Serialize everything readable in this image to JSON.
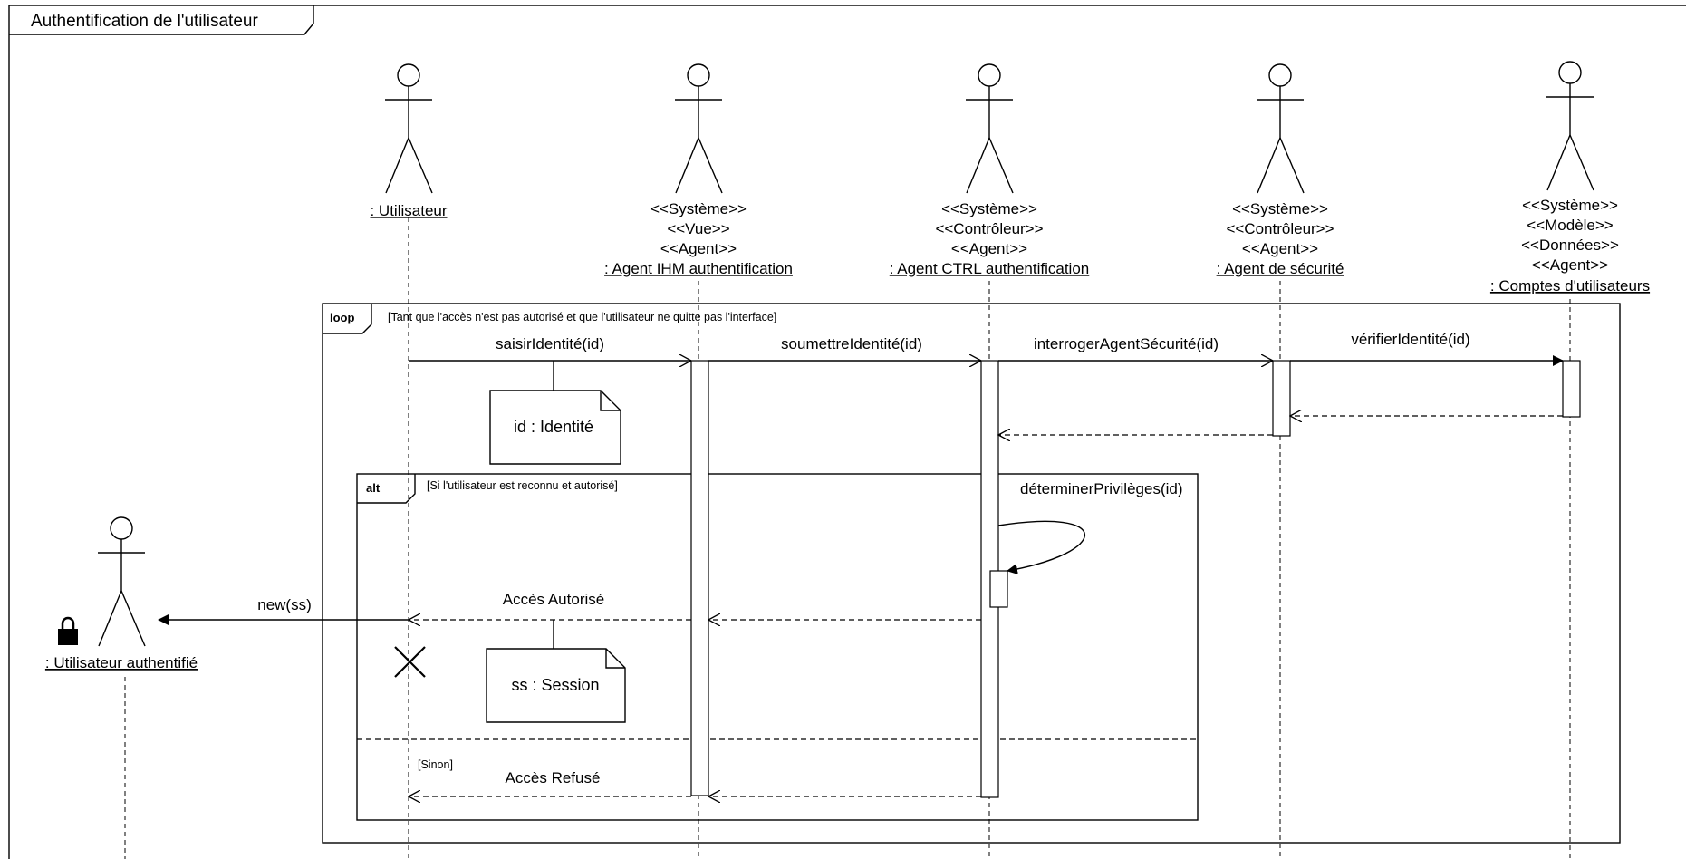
{
  "frame": {
    "title": "Authentification de l'utilisateur"
  },
  "participants": {
    "user": {
      "name": ": Utilisateur",
      "stereotypes": []
    },
    "ihm": {
      "name": ": Agent IHM authentification",
      "stereotypes": [
        "<<Système>>",
        "<<Vue>>",
        "<<Agent>>"
      ]
    },
    "ctrl": {
      "name": ": Agent CTRL authentification",
      "stereotypes": [
        "<<Système>>",
        "<<Contrôleur>>",
        "<<Agent>>"
      ]
    },
    "sec": {
      "name": ": Agent de sécurité",
      "stereotypes": [
        "<<Système>>",
        "<<Contrôleur>>",
        "<<Agent>>"
      ]
    },
    "comptes": {
      "name": ": Comptes d'utilisateurs",
      "stereotypes": [
        "<<Système>>",
        "<<Modèle>>",
        "<<Données>>",
        "<<Agent>>"
      ]
    },
    "auth": {
      "name": ": Utilisateur authentifié",
      "stereotypes": []
    }
  },
  "fragments": {
    "loop": {
      "keyword": "loop",
      "guard": "[Tant que l'accès n'est pas autorisé et que l'utilisateur ne quitte pas l'interface]"
    },
    "alt": {
      "keyword": "alt",
      "guard": "[Si l'utilisateur est reconnu et autorisé]",
      "else_guard": "[Sinon]"
    }
  },
  "messages": {
    "saisir": "saisirIdentité(id)",
    "soumettre": "soumettreIdentité(id)",
    "interroger": "interrogerAgentSécurité(id)",
    "verifier": "vérifierIdentité(id)",
    "determiner": "déterminerPrivilèges(id)",
    "autorise": "Accès Autorisé",
    "refuse": "Accès Refusé",
    "new": "new(ss)"
  },
  "notes": {
    "identite": "id : Identité",
    "session": "ss : Session"
  },
  "icons": [
    "lock-icon",
    "destroy-x-icon"
  ]
}
